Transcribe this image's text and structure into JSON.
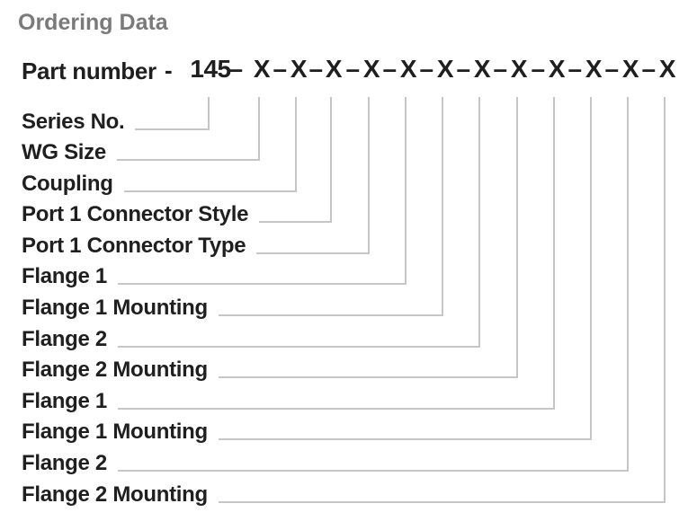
{
  "title": "Ordering Data",
  "part_number": {
    "label": "Part number",
    "separator": "-",
    "dash": "–",
    "segments": [
      "145",
      "X",
      "X",
      "X",
      "X",
      "X",
      "X",
      "X",
      "X",
      "X",
      "X",
      "X",
      "X"
    ]
  },
  "fields": [
    {
      "label": "Series No."
    },
    {
      "label": "WG Size"
    },
    {
      "label": "Coupling"
    },
    {
      "label": "Port 1 Connector Style"
    },
    {
      "label": "Port 1 Connector Type"
    },
    {
      "label": "Flange 1"
    },
    {
      "label": "Flange 1 Mounting"
    },
    {
      "label": "Flange 2"
    },
    {
      "label": "Flange 2 Mounting"
    },
    {
      "label": "Flange 1"
    },
    {
      "label": "Flange 1 Mounting"
    },
    {
      "label": "Flange 2"
    },
    {
      "label": "Flange 2 Mounting"
    }
  ],
  "colors": {
    "title_gray": "#7a7a7a",
    "text_dark": "#1f1f1f",
    "connector_gray": "#c6c6c6"
  }
}
